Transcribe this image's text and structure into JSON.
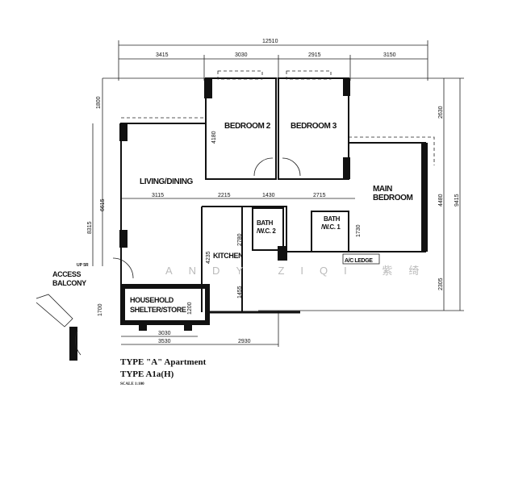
{
  "rooms": {
    "bedroom2": "BEDROOM 2",
    "bedroom3": "BEDROOM 3",
    "living": "LIVING/DINING",
    "main_bedroom_1": "MAIN",
    "main_bedroom_2": "BEDROOM",
    "bath2_1": "BATH",
    "bath2_2": "/W.C. 2",
    "bath1_1": "BATH",
    "bath1_2": "/W.C. 1",
    "kitchen": "KITCHEN",
    "shelter_1": "HOUSEHOLD",
    "shelter_2": "SHELTER/STORE",
    "ac_ledge": "A/C LEDGE",
    "access_1": "ACCESS",
    "access_2": "BALCONY",
    "up": "UP 5R"
  },
  "dimensions": {
    "overall_width": "12510",
    "top": [
      "3415",
      "3030",
      "2915",
      "3150"
    ],
    "mid": [
      "3115",
      "2215",
      "1430",
      "2715"
    ],
    "left": [
      "1800",
      "6615",
      "8315"
    ],
    "right": [
      "2630",
      "4480",
      "2305",
      "9415"
    ],
    "bedroom2_depth": "4180",
    "kitchen_depth": "4235",
    "kitchen_upper": "2780",
    "kitchen_lower": "1455",
    "bath1": "1730",
    "shelter_depth": "1200",
    "balcony": "1700",
    "bottom": [
      "3030",
      "3530",
      "2930"
    ]
  },
  "title": {
    "line1": "TYPE \"A\" Apartment",
    "line2": "TYPE A1a(H)",
    "scale": "SCALE 1:100"
  },
  "watermark": "ANDY ZIQI 紫绮"
}
